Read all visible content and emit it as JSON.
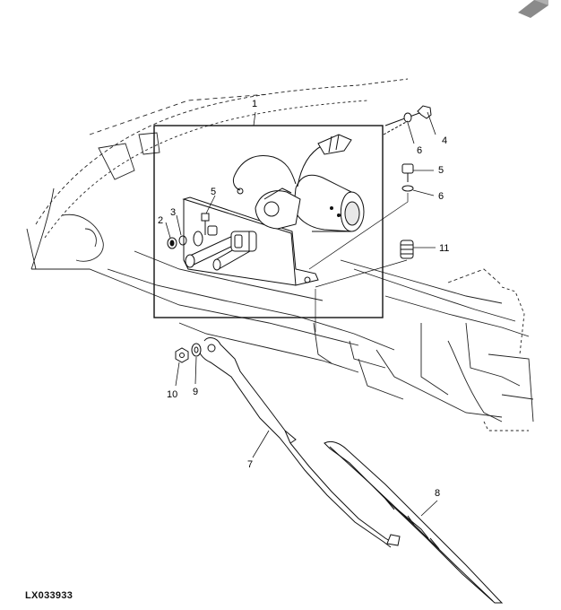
{
  "figure": {
    "id_label": "LX033933"
  },
  "callouts": [
    {
      "id": "c1",
      "text": "1"
    },
    {
      "id": "c2",
      "text": "2"
    },
    {
      "id": "c3",
      "text": "3"
    },
    {
      "id": "c4",
      "text": "4"
    },
    {
      "id": "c5a",
      "text": "5"
    },
    {
      "id": "c5b",
      "text": "5"
    },
    {
      "id": "c6a",
      "text": "6"
    },
    {
      "id": "c6b",
      "text": "6"
    },
    {
      "id": "c7",
      "text": "7"
    },
    {
      "id": "c8",
      "text": "8"
    },
    {
      "id": "c9",
      "text": "9"
    },
    {
      "id": "c10",
      "text": "10"
    },
    {
      "id": "c11",
      "text": "11"
    }
  ],
  "icons": {
    "corner": "corner-fold-icon"
  }
}
